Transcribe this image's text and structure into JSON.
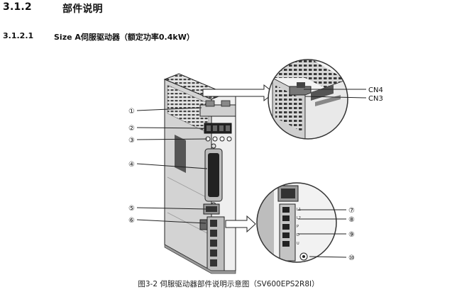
{
  "section": {
    "number": "3.1.2",
    "title": "部件说明"
  },
  "subsection": {
    "number": "3.1.2.1",
    "title": "Size A伺服驱动器（额定功率0.4kW）"
  },
  "figure": {
    "callouts_left": [
      "①",
      "②",
      "③",
      "④",
      "⑤",
      "⑥"
    ],
    "callouts_right": [
      "⑦",
      "⑧",
      "⑨",
      "⑩"
    ],
    "connectors": [
      "CN4",
      "CN3"
    ],
    "caption": "图3-2 伺服驱动器部件说明示意图（SV600EPS2R8I）"
  }
}
